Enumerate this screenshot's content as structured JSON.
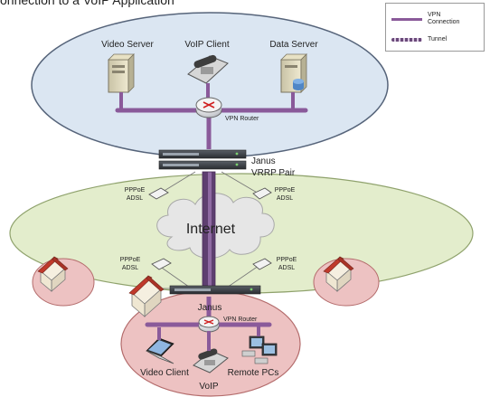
{
  "header_fragment": "onnection to a VoIP Application",
  "legend": {
    "vpn_connection": "VPN Connection",
    "tunnel": "Tunnel"
  },
  "hq": {
    "video_server": "Video Server",
    "voip_client": "VoIP Client",
    "data_server": "Data Server",
    "vpn_router": "VPN Router"
  },
  "janus_pair": {
    "line1": "Janus",
    "line2": "VRRP Pair"
  },
  "internet": {
    "label": "Internet",
    "modem_label_line1": "PPPoE",
    "modem_label_line2": "ADSL"
  },
  "remote": {
    "janus": "Janus",
    "vpn_router": "VPN Router",
    "video_client": "Video Client",
    "remote_pcs": "Remote PCs",
    "voip": "VoIP"
  },
  "colors": {
    "hq_ellipse": "#dbe6f2",
    "internet_ellipse": "#e3edcc",
    "remote_ellipse": "#edc2c2",
    "vpn_line": "#8a5a9a",
    "tunnel": "#6a4a7a"
  }
}
